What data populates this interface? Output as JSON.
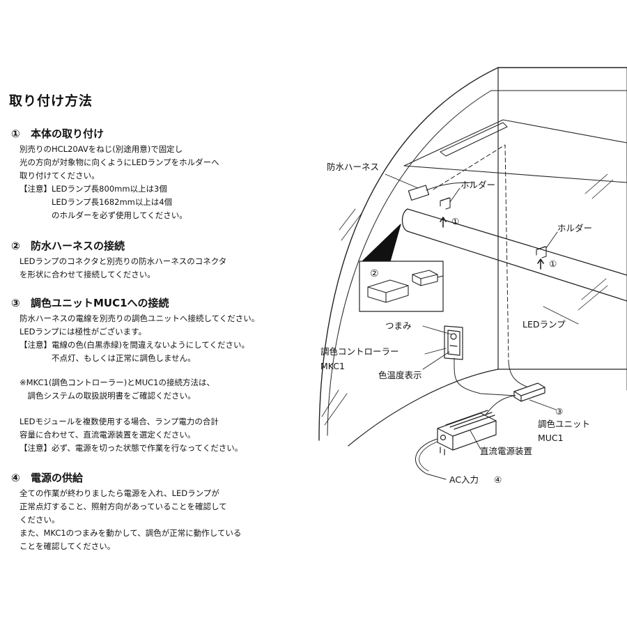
{
  "title": "取り付け方法",
  "sections": [
    {
      "num": "①",
      "heading": "本体の取り付け",
      "lines": [
        "別売りのHCL20AVをねじ(別途用意)で固定し",
        "光の方向が対象物に向くようにLEDランプをホルダーへ",
        "取り付けてください。",
        "【注意】LEDランプ長800mm以上は3個",
        "　　　　LEDランプ長1682mm以上は4個",
        "　　　　のホルダーを必ず使用してください。"
      ]
    },
    {
      "num": "②",
      "heading": "防水ハーネスの接続",
      "lines": [
        "LEDランプのコネクタと別売りの防水ハーネスのコネクタ",
        "を形状に合わせて接続してください。"
      ]
    },
    {
      "num": "③",
      "heading": "調色ユニットMUC1への接続",
      "lines": [
        "防水ハーネスの電線を別売りの調色ユニットへ接続してください。",
        "LEDランプには極性がございます。",
        "【注意】電線の色(白黒赤緑)を間違えないようにしてください。",
        "　　　　不点灯、もしくは正常に調色しません。"
      ]
    },
    {
      "num": "④",
      "heading": "電源の供給",
      "lines": [
        "全ての作業が終わりましたら電源を入れ、LEDランプが",
        "正常点灯すること、照射方向があっていることを確認して",
        "ください。",
        "また、MKC1のつまみを動かして、調色が正常に動作している",
        "ことを確認してください。"
      ]
    }
  ],
  "notes": {
    "mkc1_note": [
      "※MKC1(調色コントローラー)とMUC1の接続方法は、",
      "　調色システムの取扱説明書をご確認ください。"
    ],
    "module_note": [
      "LEDモジュールを複数使用する場合、ランプ電力の合計",
      "容量に合わせて、直流電源装置を選定ください。",
      "【注意】必ず、電源を切った状態で作業を行なってください。"
    ]
  },
  "diagram_labels": {
    "harness": "防水ハーネス",
    "holder1": "ホルダー",
    "holder1_step": "①",
    "holder2": "ホルダー",
    "holder2_step": "①",
    "inset_step": "②",
    "led_lamp": "LEDランプ",
    "knob": "つまみ",
    "controller": "調色コントローラー",
    "controller_model": "MKC1",
    "color_temp": "色温度表示",
    "unit_step": "③",
    "unit": "調色ユニット",
    "unit_model": "MUC1",
    "power_supply": "直流電源装置",
    "ac_input": "AC入力",
    "ac_step": "④"
  }
}
